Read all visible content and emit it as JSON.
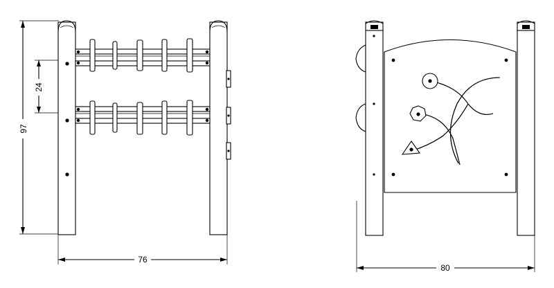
{
  "drawing": {
    "front_view": {
      "height_dimension": "97",
      "width_dimension": "76",
      "spacing_dimension": "24"
    },
    "side_view": {
      "width_dimension": "80"
    }
  }
}
